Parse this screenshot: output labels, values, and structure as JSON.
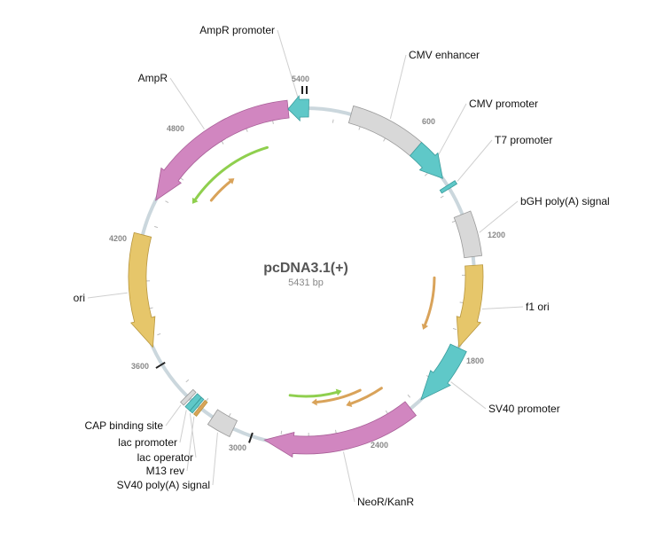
{
  "plasmid": {
    "name": "pcDNA3.1(+)",
    "size_label": "5431 bp",
    "length": 5431
  },
  "colors": {
    "backbone": "#cbd7dd",
    "grey": "#d8d8d8",
    "teal": "#5fc8c8",
    "pink": "#d186c0",
    "yellow": "#e6c66a",
    "green": "#8fcf4e",
    "orange": "#d9a35a"
  },
  "ticks": [
    {
      "bp": 600,
      "label": "600"
    },
    {
      "bp": 1200,
      "label": "1200"
    },
    {
      "bp": 1800,
      "label": "1800"
    },
    {
      "bp": 2400,
      "label": "2400"
    },
    {
      "bp": 3000,
      "label": "3000"
    },
    {
      "bp": 3600,
      "label": "3600"
    },
    {
      "bp": 4200,
      "label": "4200"
    },
    {
      "bp": 4800,
      "label": "4800"
    },
    {
      "bp": 5400,
      "label": "5400"
    }
  ],
  "features": [
    {
      "name": "cmv-enhancer",
      "label": "CMV enhancer",
      "start": 235,
      "end": 615,
      "color": "grey",
      "dir": 0
    },
    {
      "name": "cmv-promoter",
      "label": "CMV promoter",
      "start": 615,
      "end": 820,
      "color": "teal",
      "dir": 1
    },
    {
      "name": "t7-promoter",
      "label": "T7 promoter",
      "start": 863,
      "end": 882,
      "color": "teal",
      "dir": 0
    },
    {
      "name": "bgh-polya-signal",
      "label": "bGH poly(A) signal",
      "start": 1030,
      "end": 1255,
      "color": "grey",
      "dir": 0
    },
    {
      "name": "f1-ori",
      "label": "f1 ori",
      "start": 1300,
      "end": 1730,
      "color": "yellow",
      "dir": 1
    },
    {
      "name": "sv40-promoter",
      "label": "SV40 promoter",
      "start": 1735,
      "end": 2065,
      "color": "teal",
      "dir": 1
    },
    {
      "name": "neor-kanr",
      "label": "NeoR/KanR",
      "start": 2135,
      "end": 2930,
      "color": "pink",
      "dir": 1
    },
    {
      "name": "sv40-polya-signal",
      "label": "SV40 poly(A) signal",
      "start": 3100,
      "end": 3222,
      "color": "grey",
      "dir": 0
    },
    {
      "name": "m13-rev",
      "label": "M13 rev",
      "start": 3290,
      "end": 3307,
      "color": "orange",
      "dir": 0
    },
    {
      "name": "lac-operator",
      "label": "lac operator",
      "start": 3315,
      "end": 3331,
      "color": "teal",
      "dir": 0
    },
    {
      "name": "lac-promoter",
      "label": "lac promoter",
      "start": 3332,
      "end": 3362,
      "color": "teal",
      "dir": 0
    },
    {
      "name": "cap-binding-site",
      "label": "CAP binding site",
      "start": 3372,
      "end": 3394,
      "color": "grey",
      "dir": 0
    },
    {
      "name": "ori",
      "label": "ori",
      "start": 3700,
      "end": 4290,
      "color": "yellow",
      "dir": -1
    },
    {
      "name": "ampr",
      "label": "AmpR",
      "start": 4480,
      "end": 5340,
      "color": "pink",
      "dir": -1
    },
    {
      "name": "ampr-promoter",
      "label": "AmpR promoter",
      "start": 5340,
      "end": 5446,
      "color": "teal",
      "dir": -1
    }
  ],
  "inner_arcs": [
    {
      "start": 5180,
      "end": 4600,
      "color": "green",
      "r": 152
    },
    {
      "start": 4660,
      "end": 4850,
      "color": "orange",
      "r": 137
    },
    {
      "start": 1365,
      "end": 1690,
      "color": "orange",
      "r": 145
    },
    {
      "start": 2200,
      "end": 2420,
      "color": "orange",
      "r": 152
    },
    {
      "start": 2330,
      "end": 2640,
      "color": "orange",
      "r": 142
    },
    {
      "start": 2830,
      "end": 2490,
      "color": "green",
      "r": 135
    }
  ]
}
